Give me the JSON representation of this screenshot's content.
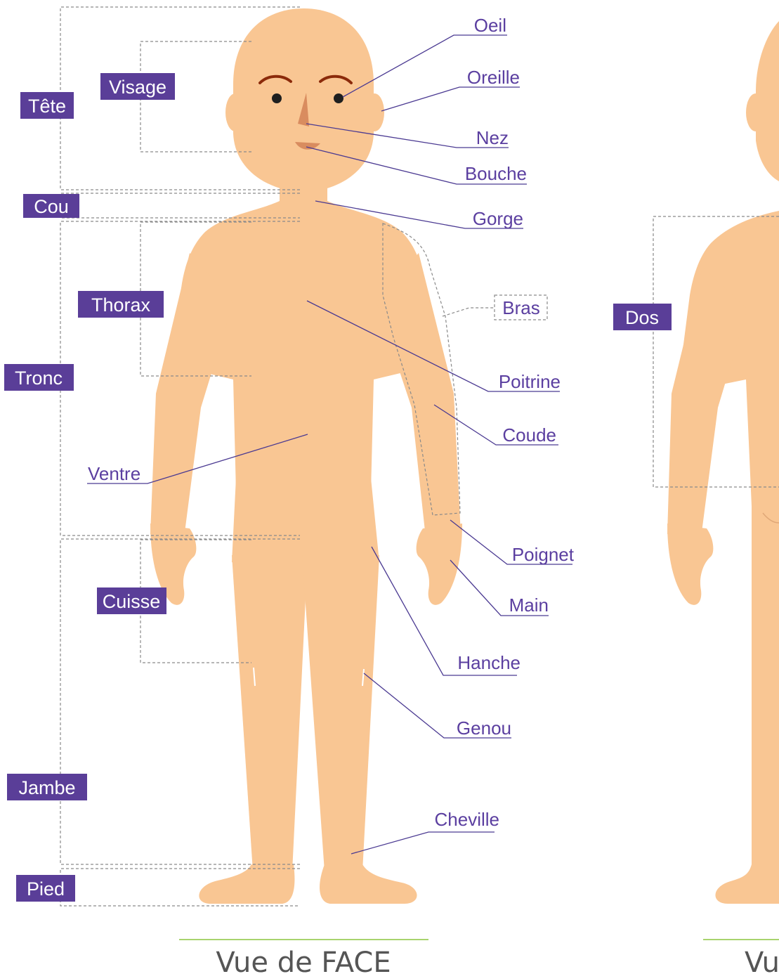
{
  "region_tags": {
    "tete": "Tête",
    "visage": "Visage",
    "cou": "Cou",
    "thorax": "Thorax",
    "tronc": "Tronc",
    "cuisse": "Cuisse",
    "jambe": "Jambe",
    "pied": "Pied",
    "dos": "Dos"
  },
  "part_labels": {
    "oeil": "Oeil",
    "oreille": "Oreille",
    "nez": "Nez",
    "bouche": "Bouche",
    "gorge": "Gorge",
    "bras": "Bras",
    "poitrine": "Poitrine",
    "coude": "Coude",
    "ventre": "Ventre",
    "poignet": "Poignet",
    "main": "Main",
    "hanche": "Hanche",
    "genou": "Genou",
    "cheville": "Cheville"
  },
  "captions": {
    "front": "Vue de FACE",
    "back": "Vu"
  },
  "colors": {
    "skin": "#f9c693",
    "tag_background": "#5a3e98",
    "label_text": "#5b3fa0",
    "caption_rule": "#8cc63f"
  }
}
